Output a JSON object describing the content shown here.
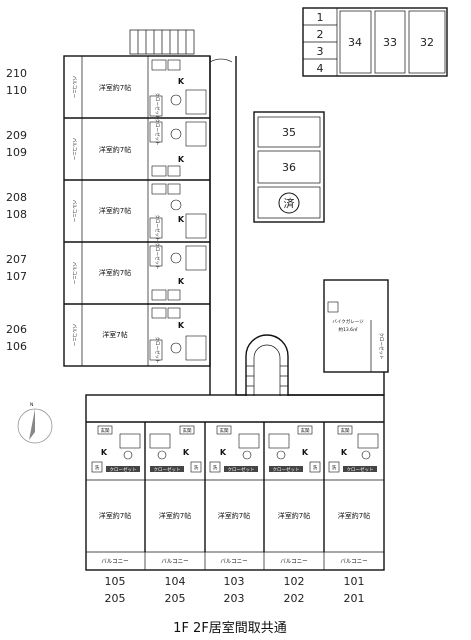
{
  "caption": "1F  2F居室間取共通",
  "left_wing": {
    "rooms": [
      {
        "upper": "210",
        "lower": "110",
        "room_label": "洋室約7帖"
      },
      {
        "upper": "209",
        "lower": "109",
        "room_label": "洋室約7帖"
      },
      {
        "upper": "208",
        "lower": "108",
        "room_label": "洋室約7帖"
      },
      {
        "upper": "207",
        "lower": "107",
        "room_label": "洋室約7帖"
      },
      {
        "upper": "206",
        "lower": "106",
        "room_label": "洋室7帖"
      }
    ],
    "balcony_label": "バルコニー",
    "kitchen_label": "K",
    "closet_label": "クローゼット"
  },
  "bottom_wing": {
    "rooms": [
      {
        "lower": "105",
        "upper": "205",
        "room_label": "洋室約7帖"
      },
      {
        "lower": "104",
        "upper": "205",
        "room_label": "洋室約7帖"
      },
      {
        "lower": "103",
        "upper": "203",
        "room_label": "洋室約7帖"
      },
      {
        "lower": "102",
        "upper": "202",
        "room_label": "洋室約7帖"
      },
      {
        "lower": "101",
        "upper": "201",
        "room_label": "洋室約7帖"
      }
    ],
    "balcony_label": "バルコニー",
    "kitchen_label": "K",
    "closet_label": "クローゼット",
    "entrance_label": "玄関",
    "wash_label": "洗"
  },
  "parking": {
    "small_slots": [
      "1",
      "2",
      "3",
      "4"
    ],
    "large_slots": [
      "34",
      "33",
      "32"
    ],
    "middle_slots": [
      "35",
      "36"
    ],
    "used_mark": "済"
  },
  "bike_garage": {
    "label": "バイクガレージ",
    "area": "約13.6㎡",
    "closet_label": "クローゼット"
  }
}
